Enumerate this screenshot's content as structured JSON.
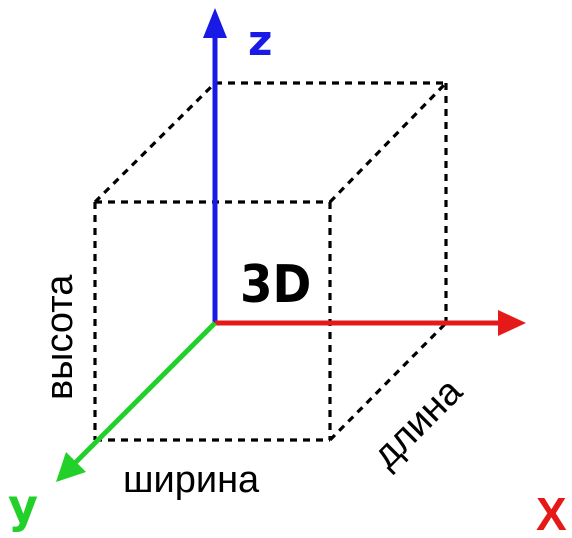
{
  "labels": {
    "center": "3D",
    "height": "высота",
    "width": "ширина",
    "length": "длина"
  },
  "axes": {
    "z": {
      "label": "z",
      "color": "#1a1ae6"
    },
    "x": {
      "label": "X",
      "color": "#e61919"
    },
    "y": {
      "label": "y",
      "color": "#22d02a"
    }
  },
  "colors": {
    "edges": "#000000",
    "background": "#ffffff"
  }
}
